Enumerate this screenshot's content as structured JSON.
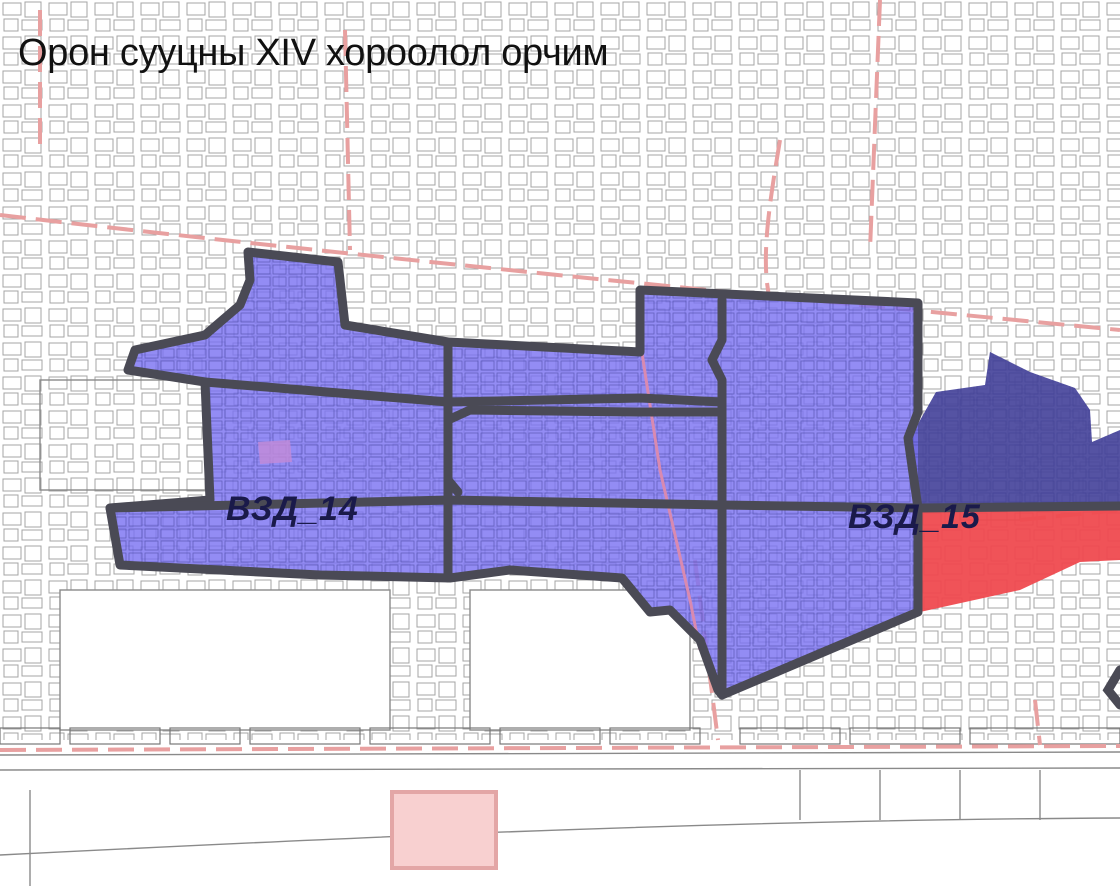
{
  "title": "Орон сууцны XIV хороолол орчим",
  "zones": [
    {
      "label": "ВЗД_14"
    },
    {
      "label": "ВЗД_15"
    }
  ],
  "colors": {
    "zone_fill": "#7b73f2",
    "zone_dark_fill": "#4c4a9e",
    "highlight_red": "#ef4a4f",
    "road_red": "#e8a0a0",
    "outline": "#4a4a55",
    "parcel_line": "#9a9a9a",
    "pink_square": "#f8d0d0"
  }
}
